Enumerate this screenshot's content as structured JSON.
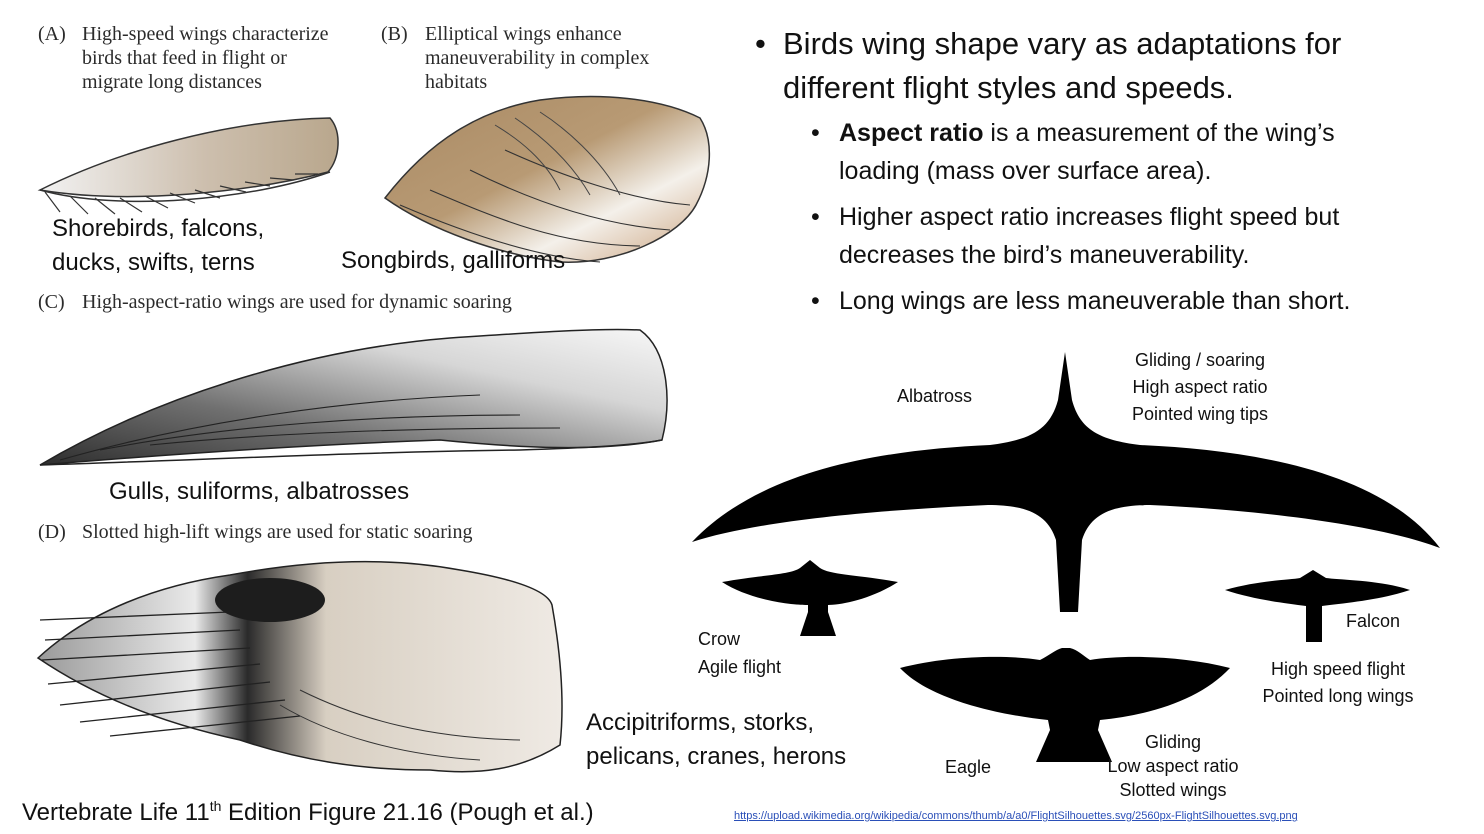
{
  "figure": {
    "panel_a": {
      "tag": "(A)",
      "line1": "High-speed wings characterize",
      "line2": "birds that feed in flight or",
      "line3": "migrate long distances",
      "group_line1": "Shorebirds, falcons,",
      "group_line2": "ducks, swifts, terns"
    },
    "panel_b": {
      "tag": "(B)",
      "line1": "Elliptical wings enhance",
      "line2": "maneuverability in complex",
      "line3": "habitats",
      "group": "Songbirds, galliforms"
    },
    "panel_c": {
      "tag": "(C)",
      "line1": "High-aspect-ratio wings are used for dynamic soaring",
      "group": "Gulls, suliforms, albatrosses"
    },
    "panel_d": {
      "tag": "(D)",
      "line1": "Slotted high-lift wings are used for static soaring",
      "group_line1": "Accipitriforms, storks,",
      "group_line2": "pelicans, cranes, herons"
    },
    "credit_pre": "Vertebrate Life 11",
    "credit_sup": "th",
    "credit_post": " Edition Figure 21.16 (Pough et al.)"
  },
  "bullets": {
    "main_line1": "Birds wing shape vary as adaptations for",
    "main_line2": "different flight styles and speeds.",
    "sub1_bold": "Aspect ratio",
    "sub1_rest_line1": " is a measurement of the wing’s",
    "sub1_line2": "loading (mass over surface area).",
    "sub2_line1": "Higher aspect ratio increases flight speed but",
    "sub2_line2": "decreases the bird’s maneuverability.",
    "sub3": "Long wings are less maneuverable than short."
  },
  "silhouettes": {
    "albatross": {
      "name": "Albatross",
      "line1": "Gliding / soaring",
      "line2": "High aspect ratio",
      "line3": "Pointed wing tips"
    },
    "crow": {
      "name": "Crow",
      "line1": "Agile flight"
    },
    "falcon": {
      "name": "Falcon",
      "line1": "High speed flight",
      "line2": "Pointed long wings"
    },
    "eagle": {
      "name": "Eagle",
      "line1": "Gliding",
      "line2": "Low aspect ratio",
      "line3": "Slotted wings"
    },
    "source_link": "https://upload.wikimedia.org/wikipedia/commons/thumb/a/a0/FlightSilhouettes.svg/2560px-FlightSilhouettes.svg.png"
  },
  "colors": {
    "wing_tan": "#c7b49a",
    "wing_brown": "#a88a62",
    "wing_grey": "#8e8e8e",
    "silhouette": "#000000"
  }
}
